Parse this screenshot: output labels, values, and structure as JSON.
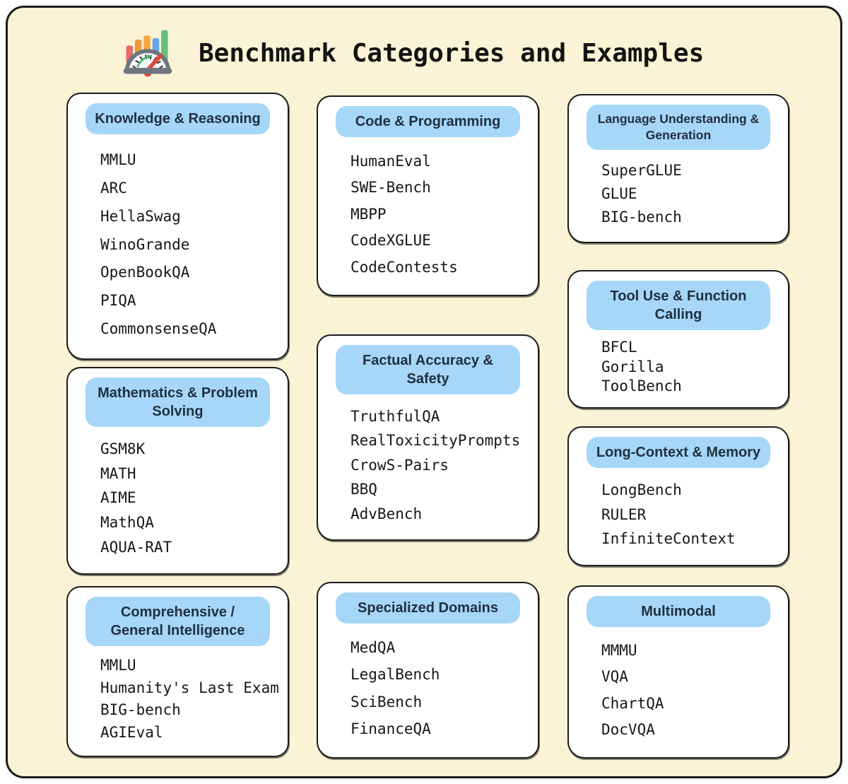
{
  "title": "Benchmark Categories and Examples",
  "icon": {
    "name": "benchmark-gauge-icon"
  },
  "colors": {
    "canvas_background": "#FBF3D5",
    "card_background": "#FFFFFF",
    "header_pill_blue": "#A6D7F8",
    "outline": "#1C1C1C",
    "title_text": "#141414",
    "pill_text": "#20303F",
    "item_text": "#171717",
    "gauge_needle_red": "#E0473F",
    "gauge_arrow_green": "#43B66E",
    "gauge_body_gray": "#6E7681",
    "bar_red": "#E56B63",
    "bar_orange": "#F09A3E",
    "bar_blue": "#64A8E8",
    "bar_green": "#66BF7F"
  },
  "categories": [
    {
      "name": "Knowledge & Reasoning",
      "items": [
        "MMLU",
        "ARC",
        "HellaSwag",
        "WinoGrande",
        "OpenBookQA",
        "PIQA",
        "CommonsenseQA"
      ]
    },
    {
      "name": "Mathematics & Problem Solving",
      "items": [
        "GSM8K",
        "MATH",
        "AIME",
        "MathQA",
        "AQUA-RAT"
      ]
    },
    {
      "name": "Comprehensive / General Intelligence",
      "items": [
        "MMLU",
        "Humanity's Last Exam",
        "BIG-bench",
        "AGIEval"
      ]
    },
    {
      "name": "Code & Programming",
      "items": [
        "HumanEval",
        "SWE-Bench",
        "MBPP",
        "CodeXGLUE",
        "CodeContests"
      ]
    },
    {
      "name": "Factual Accuracy & Safety",
      "items": [
        "TruthfulQA",
        "RealToxicityPrompts",
        "CrowS-Pairs",
        "BBQ",
        "AdvBench"
      ]
    },
    {
      "name": "Specialized Domains",
      "items": [
        "MedQA",
        "LegalBench",
        "SciBench",
        "FinanceQA"
      ]
    },
    {
      "name": "Language Understanding & Generation",
      "items": [
        "SuperGLUE",
        "GLUE",
        "BIG-bench"
      ]
    },
    {
      "name": "Tool Use & Function Calling",
      "items": [
        "BFCL",
        "Gorilla",
        "ToolBench"
      ]
    },
    {
      "name": "Long-Context & Memory",
      "items": [
        "LongBench",
        "RULER",
        "InfiniteContext"
      ]
    },
    {
      "name": "Multimodal",
      "items": [
        "MMMU",
        "VQA",
        "ChartQA",
        "DocVQA"
      ]
    }
  ]
}
